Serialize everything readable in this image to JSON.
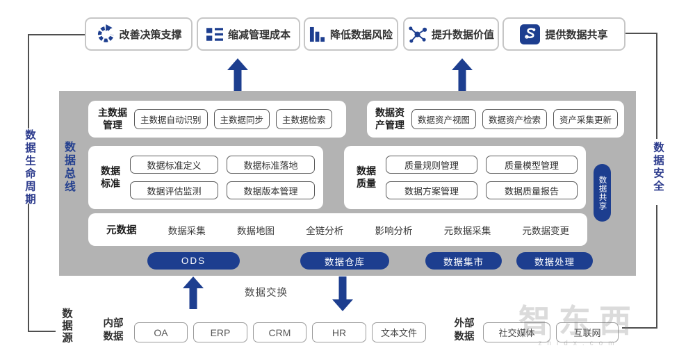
{
  "colors": {
    "accent_blue": "#1d3e8f",
    "panel_gray": "#b3b3b3",
    "line_gray": "#4f4f4f"
  },
  "benefits": [
    {
      "label": "改善决策支撑",
      "icon": "refresh-cycle-icon"
    },
    {
      "label": "缩减管理成本",
      "icon": "list-icon"
    },
    {
      "label": "降低数据风险",
      "icon": "bar-chart-icon"
    },
    {
      "label": "提升数据价值",
      "icon": "network-nodes-icon"
    },
    {
      "label": "提供数据共享",
      "icon": "s-route-icon"
    }
  ],
  "side_labels": {
    "left": "数据生命周期",
    "right": "数据安全"
  },
  "bus": {
    "label": "数据总线",
    "share_label": "数据共享"
  },
  "sections": {
    "master": {
      "title_line1": "主数据",
      "title_line2": "管理",
      "chips": [
        "主数据自动识别",
        "主数据同步",
        "主数据检索"
      ]
    },
    "asset": {
      "title_line1": "数据资",
      "title_line2": "产管理",
      "chips": [
        "数据资产视图",
        "数据资产检索",
        "资产采集更新"
      ]
    },
    "standard": {
      "title_line1": "数据",
      "title_line2": "标准",
      "chips": [
        "数据标准定义",
        "数据标准落地",
        "数据评估监测",
        "数据版本管理"
      ]
    },
    "quality": {
      "title_line1": "数据",
      "title_line2": "质量",
      "chips": [
        "质量规则管理",
        "质量模型管理",
        "数据方案管理",
        "数据质量报告"
      ]
    },
    "metadata": {
      "title": "元数据",
      "items": [
        "数据采集",
        "数据地图",
        "全链分析",
        "影响分析",
        "元数据采集",
        "元数据变更"
      ]
    }
  },
  "storage_pills": [
    "ODS",
    "数据仓库",
    "数据集市",
    "数据处理"
  ],
  "exchange_label": "数据交换",
  "datasource": {
    "title": "数据源",
    "internal": {
      "label_line1": "内部",
      "label_line2": "数据",
      "items": [
        "OA",
        "ERP",
        "CRM",
        "HR",
        "文本文件"
      ]
    },
    "external": {
      "label_line1": "外部",
      "label_line2": "数据",
      "items": [
        "社交媒体",
        "互联网"
      ]
    }
  },
  "watermark": {
    "text": "智东西",
    "sub": "zhidx.com"
  }
}
